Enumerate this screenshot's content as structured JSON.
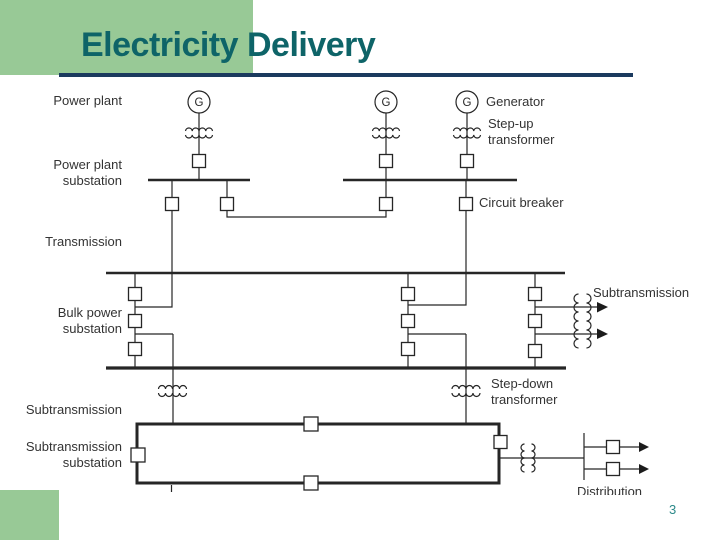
{
  "slide": {
    "title": "Electricity Delivery",
    "page_number": "3",
    "colors": {
      "accent_green": "#98c996",
      "title": "#0e6468",
      "underline": "#1b3a5e",
      "page_num": "#2d8a8a"
    }
  },
  "diagram": {
    "generator_letter": "G",
    "labels_left": [
      {
        "id": "power-plant",
        "text": "Power plant"
      },
      {
        "id": "power-plant-substation",
        "text": "Power plant\nsubstation"
      },
      {
        "id": "transmission",
        "text": "Transmission"
      },
      {
        "id": "bulk-power-substation",
        "text": "Bulk power\nsubstation"
      },
      {
        "id": "subtransmission",
        "text": "Subtransmission"
      },
      {
        "id": "subtransmission-substation",
        "text": "Subtransmission\nsubstation"
      }
    ],
    "labels_right": [
      {
        "id": "generator",
        "text": "Generator"
      },
      {
        "id": "step-up-transformer",
        "text": "Step-up\ntransformer"
      },
      {
        "id": "circuit-breaker",
        "text": "Circuit breaker"
      },
      {
        "id": "subtransmission-out",
        "text": "Subtransmission"
      },
      {
        "id": "step-down-transformer",
        "text": "Step-down\ntransformer"
      },
      {
        "id": "distribution",
        "text": "Distribution"
      }
    ]
  }
}
